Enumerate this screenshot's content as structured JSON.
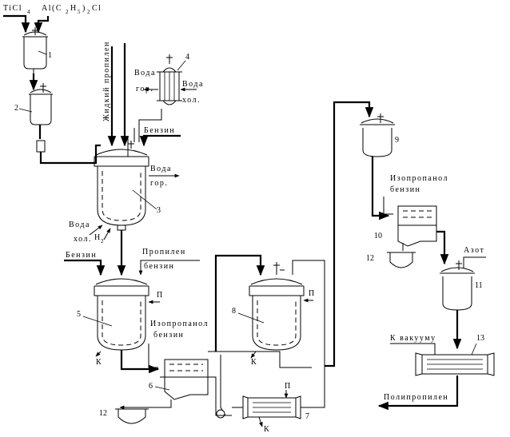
{
  "inputs": {
    "ticl": "TiCl",
    "ticl_sub": "4",
    "alcl": "Al(C",
    "alcl_sub1": "2",
    "alcl_mid": "H",
    "alcl_sub2": "5",
    "alcl_end": ")",
    "alcl_sub3": "2",
    "alcl_tail": "Cl"
  },
  "streams": {
    "liquid_propylene": "Жидкий пропилен",
    "water": "Вода",
    "hot": "гор.",
    "cold": "хол.",
    "benzene": "Бензин",
    "h2": "H",
    "h2_sub": "2",
    "propylene": "Пропилен",
    "benzene_lc": "бензин",
    "isopropanol": "Изопропанол",
    "p": "П",
    "k": "К",
    "nitrogen": "Азот",
    "to_vacuum": "К вакууму",
    "polypropylene": "Полипропилен"
  },
  "labels": {
    "n1": "1",
    "n2": "2",
    "n3": "3",
    "n4": "4",
    "n5": "5",
    "n6": "6",
    "n7": "7",
    "n8": "8",
    "n9": "9",
    "n10": "10",
    "n11": "11",
    "n12": "12",
    "n13": "13"
  }
}
